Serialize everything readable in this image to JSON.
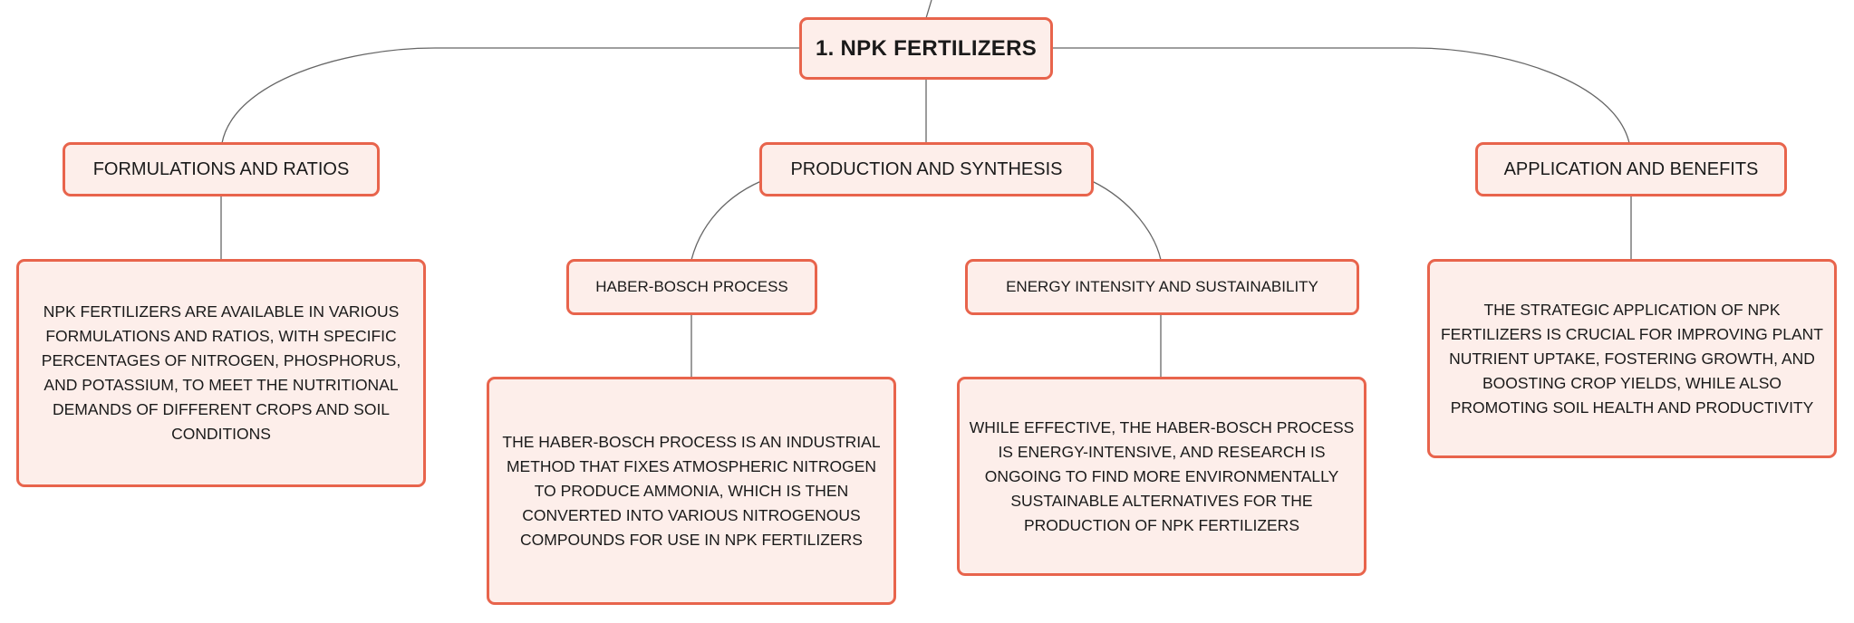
{
  "colors": {
    "node_fill": "#fdeeea",
    "node_border": "#e8644c",
    "connector": "#666666",
    "text": "#1a1a1a"
  },
  "root": {
    "title": "1. NPK FERTILIZERS"
  },
  "branches": {
    "formulations": {
      "title": "FORMULATIONS AND RATIOS",
      "description": "NPK FERTILIZERS ARE AVAILABLE IN VARIOUS FORMULATIONS AND RATIOS, WITH SPECIFIC PERCENTAGES OF NITROGEN, PHOSPHORUS, AND POTASSIUM, TO MEET THE NUTRITIONAL DEMANDS OF DIFFERENT CROPS AND SOIL CONDITIONS"
    },
    "production": {
      "title": "PRODUCTION AND SYNTHESIS",
      "haber_bosch": {
        "title": "HABER-BOSCH PROCESS",
        "description": "THE HABER-BOSCH PROCESS IS AN INDUSTRIAL METHOD THAT FIXES ATMOSPHERIC NITROGEN TO PRODUCE AMMONIA, WHICH IS THEN CONVERTED INTO VARIOUS NITROGENOUS COMPOUNDS FOR USE IN NPK FERTILIZERS"
      },
      "energy": {
        "title": "ENERGY INTENSITY AND SUSTAINABILITY",
        "description": "WHILE EFFECTIVE, THE HABER-BOSCH PROCESS IS ENERGY-INTENSIVE, AND RESEARCH IS ONGOING TO FIND MORE ENVIRONMENTALLY SUSTAINABLE ALTERNATIVES FOR THE PRODUCTION OF NPK FERTILIZERS"
      }
    },
    "application": {
      "title": "APPLICATION AND BENEFITS",
      "description": "THE STRATEGIC APPLICATION OF NPK FERTILIZERS IS CRUCIAL FOR IMPROVING PLANT NUTRIENT UPTAKE, FOSTERING GROWTH, AND BOOSTING CROP YIELDS, WHILE ALSO PROMOTING SOIL HEALTH AND PRODUCTIVITY"
    }
  }
}
